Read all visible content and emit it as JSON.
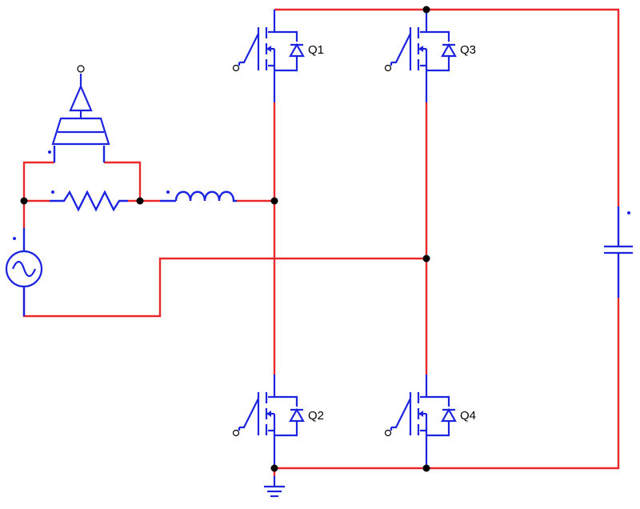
{
  "colors": {
    "wire": "#e8282d",
    "component": "#1c24e0",
    "node": "#000000",
    "background": "#ffffff"
  },
  "components": {
    "q1": {
      "label": "Q1",
      "type": "mosfet-with-body-diode"
    },
    "q2": {
      "label": "Q2",
      "type": "mosfet-with-body-diode"
    },
    "q3": {
      "label": "Q3",
      "type": "mosfet-with-body-diode"
    },
    "q4": {
      "label": "Q4",
      "type": "mosfet-with-body-diode"
    },
    "ac_source": {
      "type": "ac-voltage-source"
    },
    "resistor": {
      "type": "resistor"
    },
    "inductor": {
      "type": "inductor"
    },
    "capacitor": {
      "type": "capacitor"
    },
    "meter": {
      "type": "differential-probe"
    },
    "ground": {
      "type": "ground"
    }
  }
}
